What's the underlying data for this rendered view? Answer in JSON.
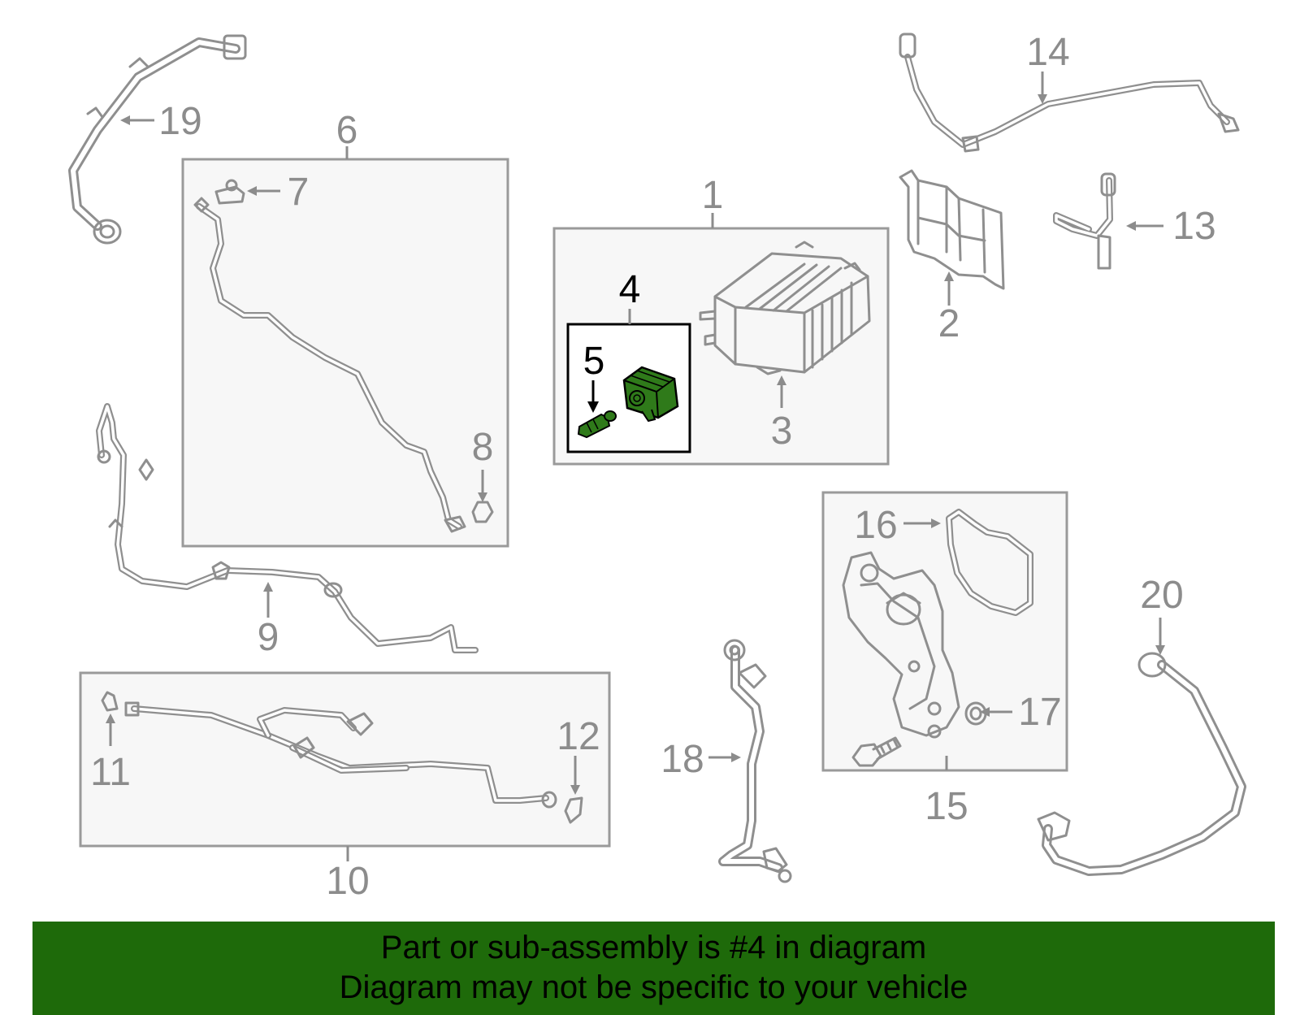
{
  "callouts": {
    "c1": "1",
    "c2": "2",
    "c3": "3",
    "c4": "4",
    "c5": "5",
    "c6": "6",
    "c7": "7",
    "c8": "8",
    "c9": "9",
    "c10": "10",
    "c11": "11",
    "c12": "12",
    "c13": "13",
    "c14": "14",
    "c15": "15",
    "c16": "16",
    "c17": "17",
    "c18": "18",
    "c19": "19",
    "c20": "20"
  },
  "highlight": {
    "part": "4",
    "color": "#2f7a1a"
  },
  "banner": {
    "line1": "Part or sub-assembly is #4 in diagram",
    "line2": "Diagram may not be specific to your vehicle",
    "background": "#1e6a0a"
  }
}
